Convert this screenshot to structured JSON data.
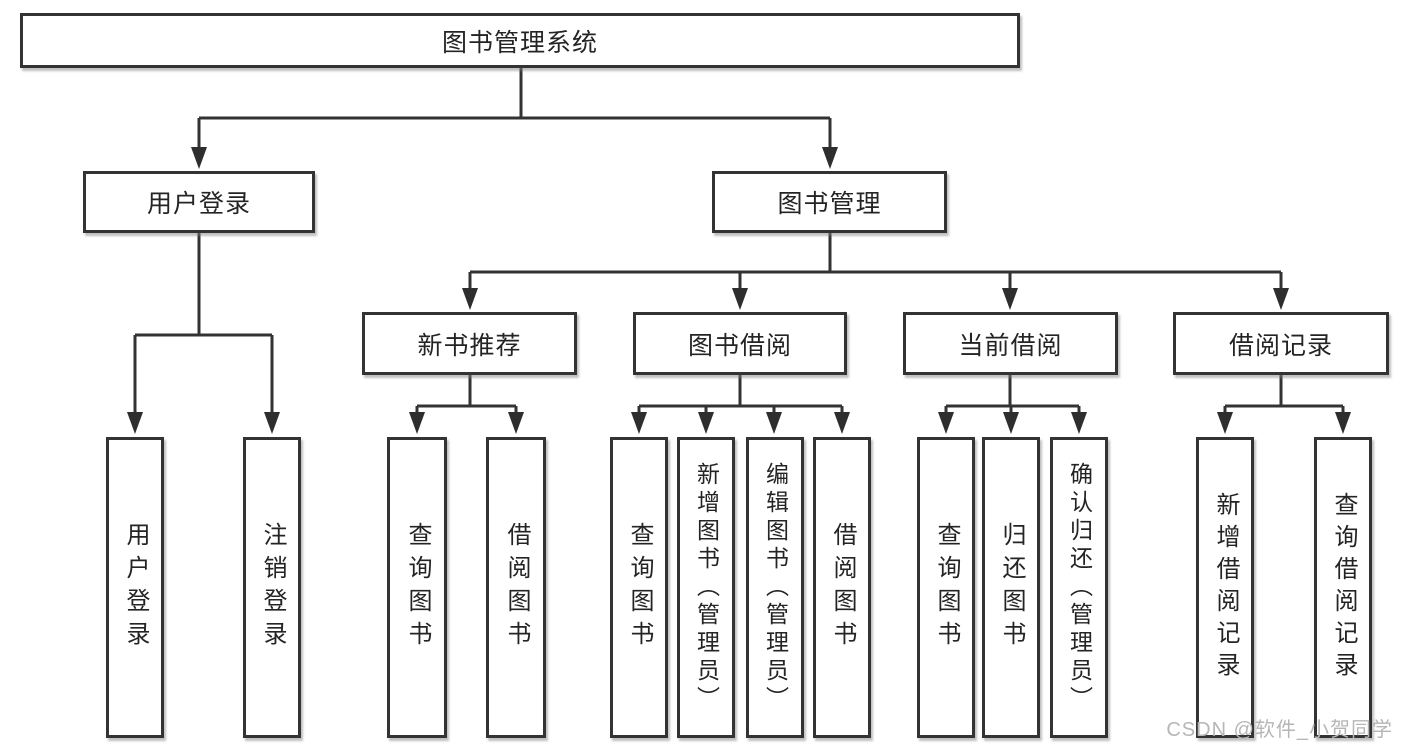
{
  "diagram_type": "function-structure-tree",
  "colors": {
    "line": "#333333",
    "box_border": "#333333",
    "box_fill": "#ffffff",
    "text": "#242424",
    "watermark": "#b6b6b6"
  },
  "tree": {
    "label": "图书管理系统",
    "children": [
      {
        "label": "用户登录",
        "children": [
          {
            "label": "用户登录"
          },
          {
            "label": "注销登录"
          }
        ]
      },
      {
        "label": "图书管理",
        "children": [
          {
            "label": "新书推荐",
            "children": [
              {
                "label": "查询图书"
              },
              {
                "label": "借阅图书"
              }
            ]
          },
          {
            "label": "图书借阅",
            "children": [
              {
                "label": "查询图书"
              },
              {
                "label": "新增图书（管理员）"
              },
              {
                "label": "编辑图书（管理员）"
              },
              {
                "label": "借阅图书"
              }
            ]
          },
          {
            "label": "当前借阅",
            "children": [
              {
                "label": "查询图书"
              },
              {
                "label": "归还图书"
              },
              {
                "label": "确认归还（管理员）"
              }
            ]
          },
          {
            "label": "借阅记录",
            "children": [
              {
                "label": "新增借阅记录"
              },
              {
                "label": "查询借阅记录"
              }
            ]
          }
        ]
      }
    ]
  },
  "watermark": {
    "text": "CSDN @软件_小贺同学"
  }
}
